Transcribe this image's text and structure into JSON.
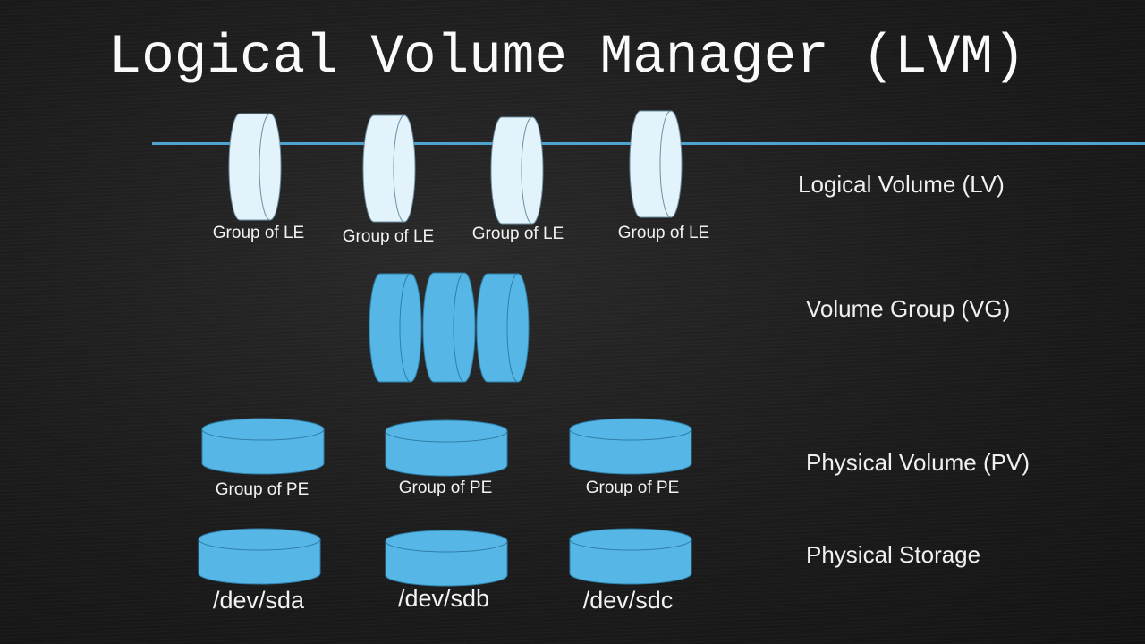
{
  "title": "Logical Volume Manager (LVM)",
  "colors": {
    "lv_disk": "#e3f3fc",
    "disk": "#56b7e6",
    "line": "#4ea3d3",
    "background": "#1e1e1e"
  },
  "lv": {
    "labels": [
      "Group of LE",
      "Group of LE",
      "Group of LE",
      "Group of LE"
    ]
  },
  "pv": {
    "labels": [
      "Group of PE",
      "Group of PE",
      "Group of PE"
    ]
  },
  "storage": {
    "devices": [
      "/dev/sda",
      "/dev/sdb",
      "/dev/sdc"
    ]
  },
  "layers": {
    "lv": "Logical Volume (LV)",
    "vg": "Volume Group (VG)",
    "pv": "Physical Volume (PV)",
    "storage": "Physical Storage"
  }
}
